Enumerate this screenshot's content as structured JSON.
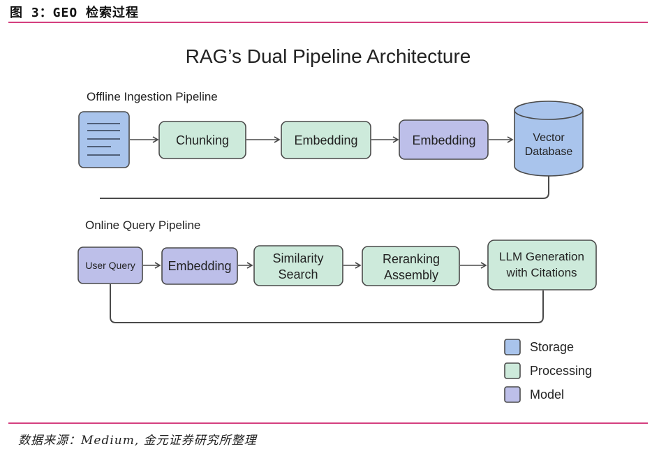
{
  "figure": {
    "title": "图 3：GEO 检索过程",
    "source": "数据来源：Medium, 金元证券研究所整理"
  },
  "diagram": {
    "title": "RAG’s Dual Pipeline Architecture",
    "offline": {
      "label": "Offline Ingestion Pipeline",
      "nodes": [
        {
          "id": "document",
          "label": "",
          "type": "storage",
          "icon": "document-icon"
        },
        {
          "id": "chunking",
          "label": "Chunking",
          "type": "processing"
        },
        {
          "id": "embedding-1",
          "label": "Embedding",
          "type": "processing"
        },
        {
          "id": "embedding-2",
          "label": "Embedding",
          "type": "model"
        },
        {
          "id": "vector-db",
          "label_line1": "Vector",
          "label_line2": "Database",
          "type": "storage",
          "icon": "database-icon"
        }
      ]
    },
    "online": {
      "label": "Online Query Pipeline",
      "nodes": [
        {
          "id": "user-query",
          "label": "User Query",
          "type": "model"
        },
        {
          "id": "embedding-3",
          "label": "Embedding",
          "type": "model"
        },
        {
          "id": "similarity-search",
          "label_line1": "Similarity",
          "label_line2": "Search",
          "type": "processing"
        },
        {
          "id": "reranking",
          "label_line1": "Reranking",
          "label_line2": "Assembly",
          "type": "processing"
        },
        {
          "id": "llm-generation",
          "label_line1": "LLM Generation",
          "label_line2": "with Citations",
          "type": "processing"
        }
      ]
    },
    "legend": [
      {
        "label": "Storage",
        "color": "#a9c4ec"
      },
      {
        "label": "Processing",
        "color": "#cdeadb"
      },
      {
        "label": "Model",
        "color": "#bdbfe9"
      }
    ],
    "colors": {
      "storage": "#a9c4ec",
      "processing": "#cdeadb",
      "model": "#bdbfe9",
      "stroke": "#4a4a4a",
      "accent_rule": "#d43f7f"
    }
  }
}
